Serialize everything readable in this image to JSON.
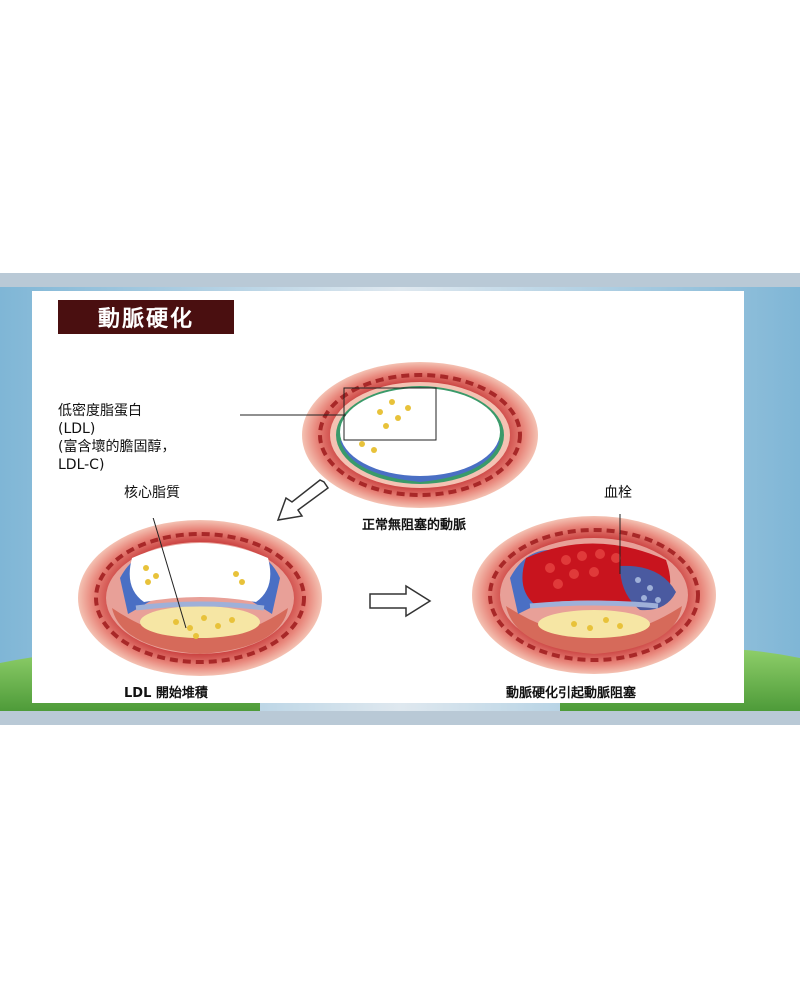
{
  "title": "動脈硬化",
  "ldl_label": {
    "line1": "低密度脂蛋白",
    "line2": "(LDL)",
    "line3": "(富含壞的膽固醇，",
    "line4": "LDL-C)"
  },
  "core_lipid_label": "核心脂質",
  "thrombus_label": "血栓",
  "captions": {
    "normal": "正常無阻塞的動脈",
    "ldl_accumulation": "LDL 開始堆積",
    "blockage": "動脈硬化引起動脈阻塞"
  },
  "colors": {
    "title_bg": "#4a0f10",
    "vessel_outer": "#e8857a",
    "vessel_muscle": "#c73a3a",
    "intima_green": "#3a9a6a",
    "plaque_blue": "#4a6fc4",
    "ldl_yellow": "#e8c23a",
    "blood_red": "#c8141e"
  }
}
